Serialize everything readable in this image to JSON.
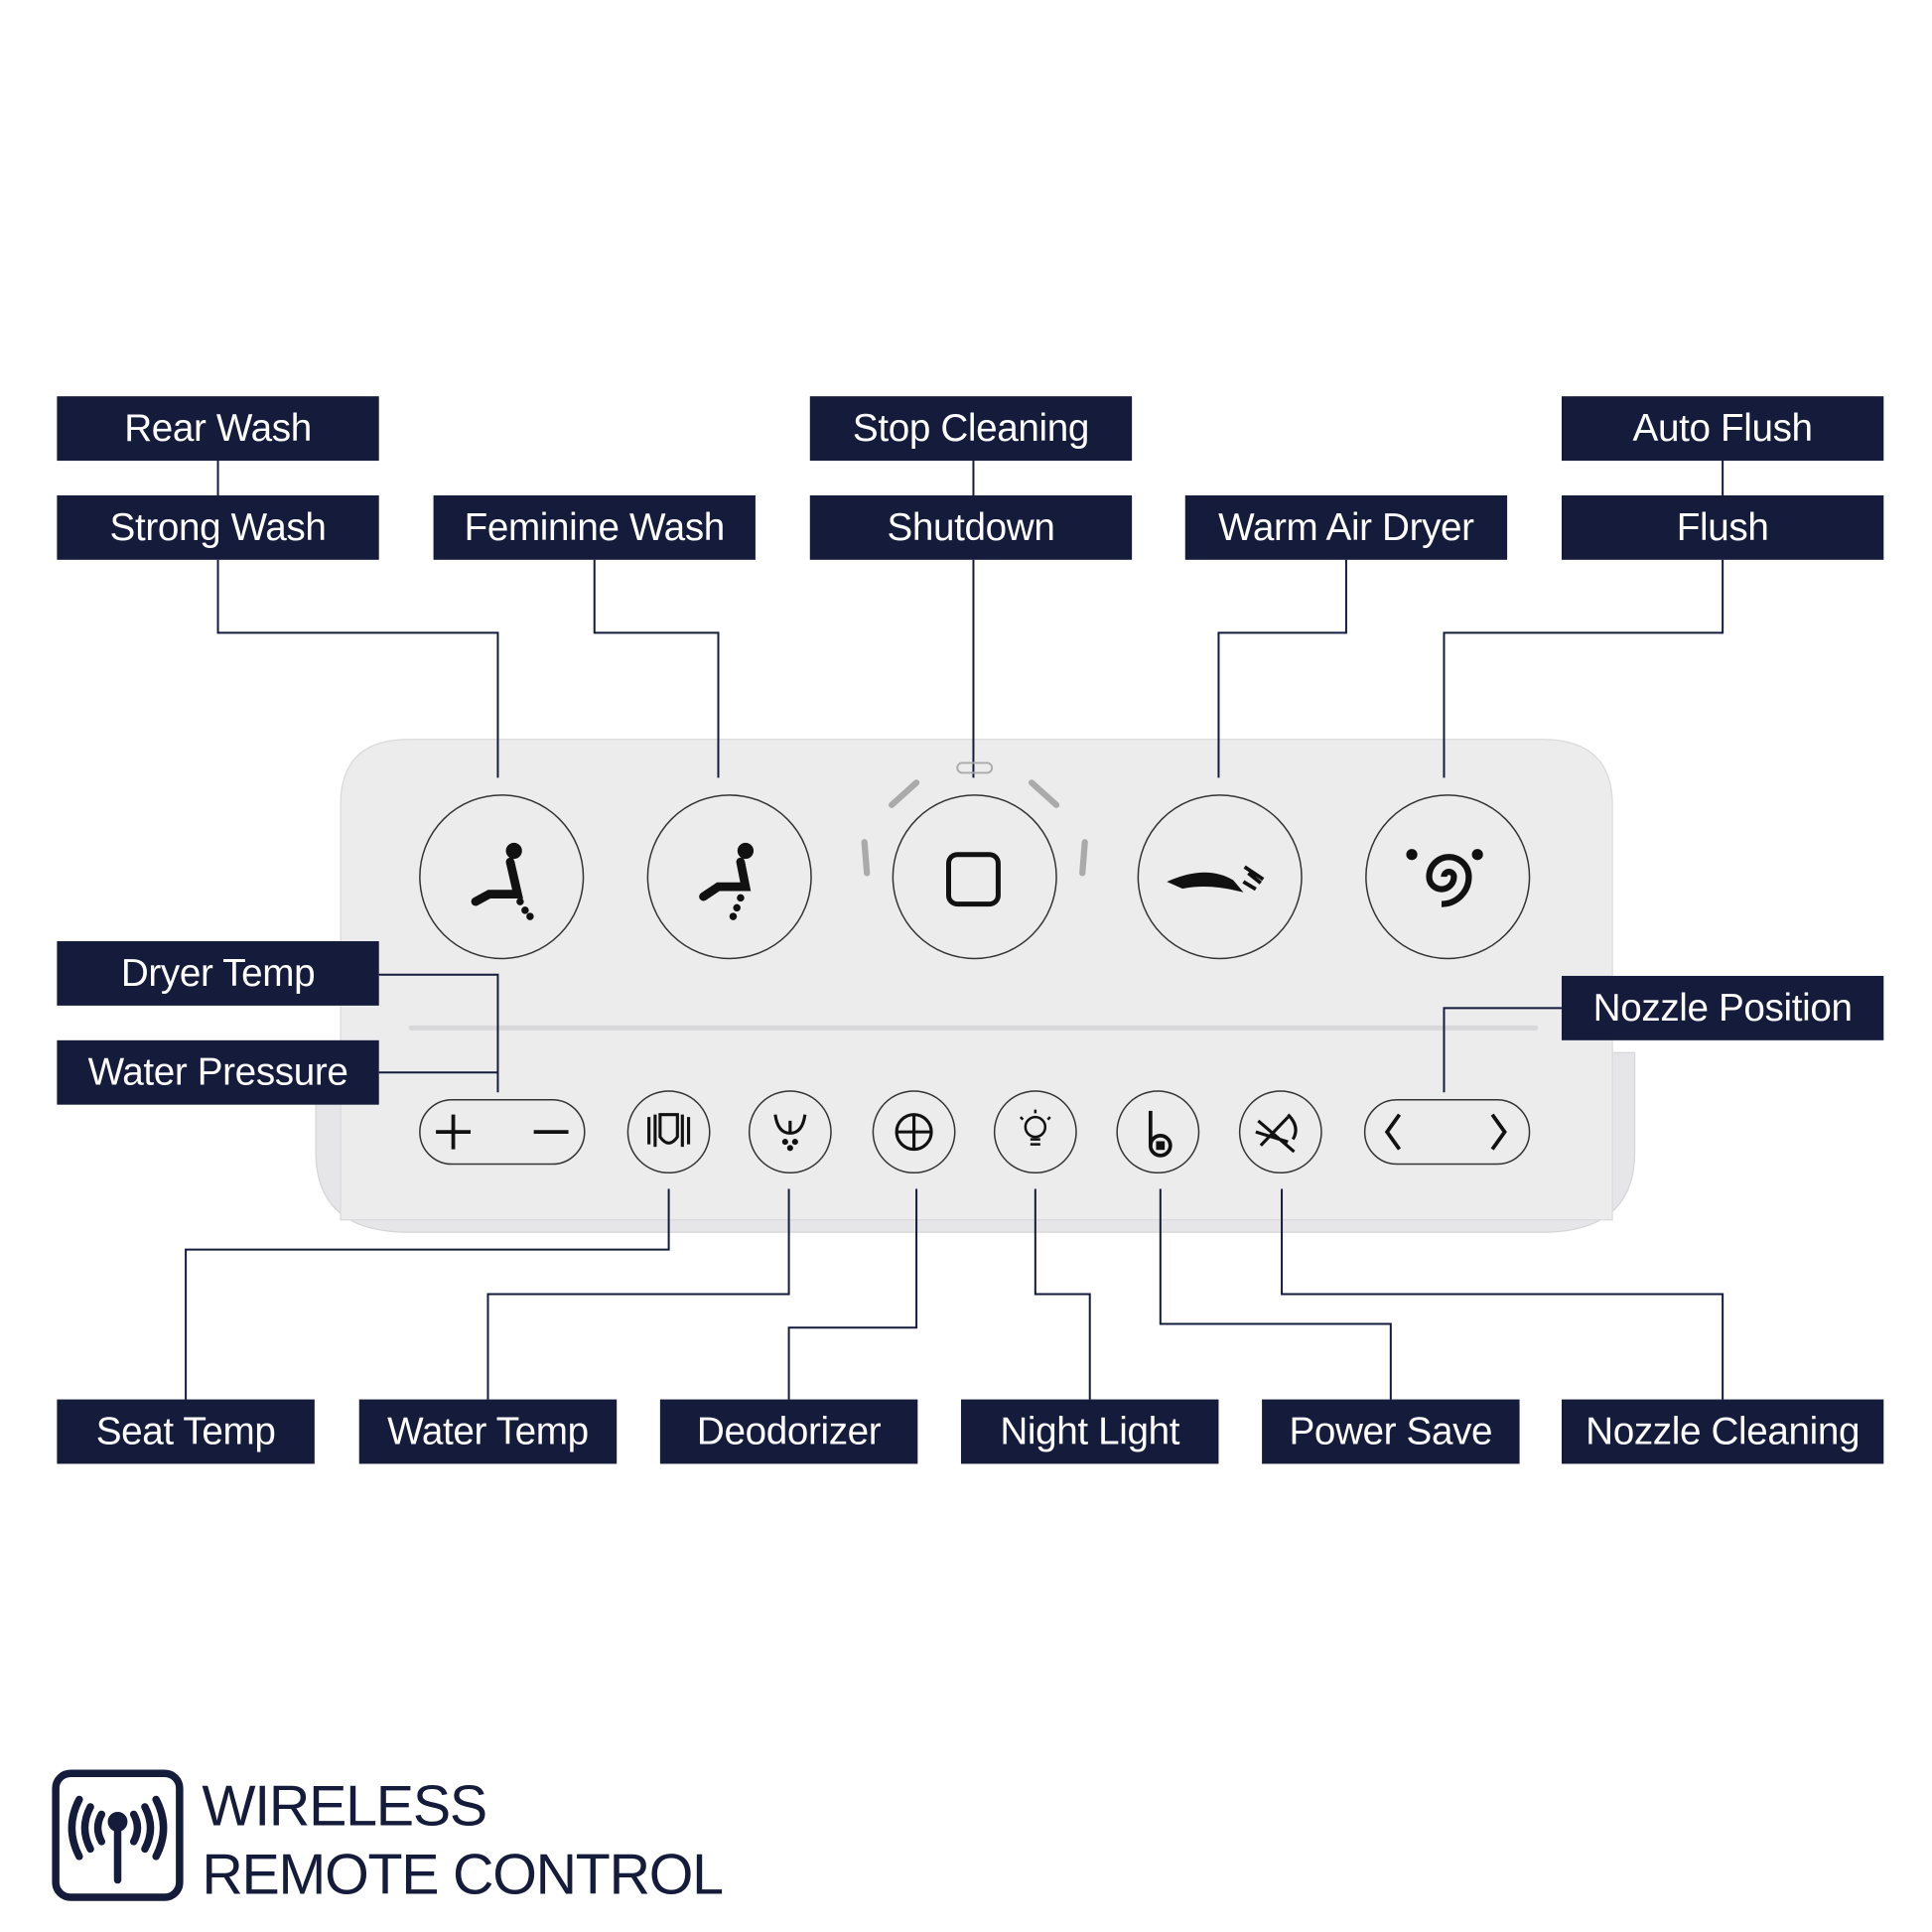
{
  "labels": {
    "rear_wash": "Rear Wash",
    "strong_wash": "Strong Wash",
    "feminine_wash": "Feminine Wash",
    "stop_cleaning": "Stop Cleaning",
    "shutdown": "Shutdown",
    "warm_air_dryer": "Warm Air Dryer",
    "auto_flush": "Auto Flush",
    "flush": "Flush",
    "dryer_temp": "Dryer Temp",
    "water_pressure": "Water Pressure",
    "nozzle_position": "Nozzle Position",
    "seat_temp": "Seat Temp",
    "water_temp": "Water Temp",
    "deodorizer": "Deodorizer",
    "night_light": "Night Light",
    "power_save": "Power Save",
    "nozzle_cleaning": "Nozzle Cleaning"
  },
  "footer": {
    "line1": "WIRELESS",
    "line2": "REMOTE CONTROL",
    "icon": "antenna-signal-icon"
  },
  "colors": {
    "navy": "#141b3b",
    "panel": "#ececed",
    "icon": "#111111"
  }
}
